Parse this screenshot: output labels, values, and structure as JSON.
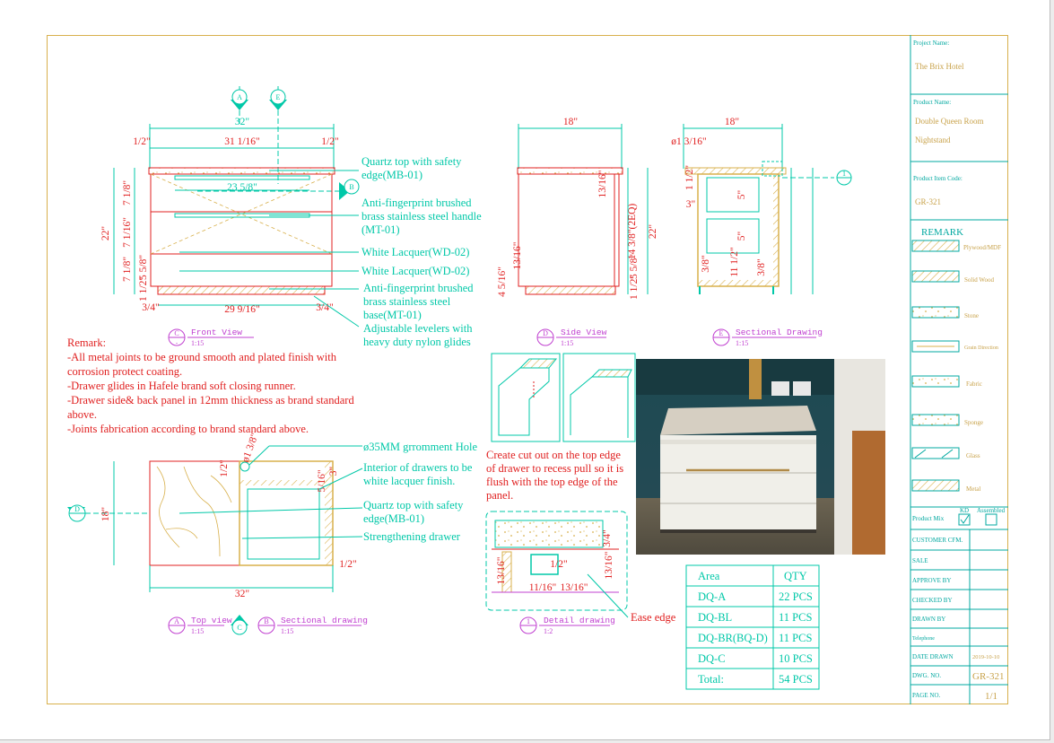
{
  "views": {
    "front": {
      "symbol": "C",
      "title": "Front View",
      "scale": "1:15"
    },
    "side": {
      "symbol": "D",
      "title": "Side View",
      "scale": "1:15"
    },
    "sectional_e": {
      "symbol": "E",
      "title": "Sectional Drawing",
      "scale": "1:15"
    },
    "top": {
      "symbol": "A",
      "title": "Top view",
      "scale": "1:15"
    },
    "sectional_b": {
      "symbol": "B",
      "title": "Sectional drawing",
      "scale": "1:15"
    },
    "detail": {
      "symbol": "1",
      "title": "Detail drawing",
      "scale": "1:2"
    },
    "marker_c": "C"
  },
  "section_markers": {
    "a": "A",
    "e": "E",
    "b": "B",
    "d": "D",
    "one": "1"
  },
  "dimensions": {
    "front_width": "32\"",
    "front_inner": "31 1/16\"",
    "front_side_l": "1/2\"",
    "front_side_r": "1/2\"",
    "front_drawer": "23 5/8\"",
    "front_base": "29 9/16\"",
    "front_leg_l": "3/4\"",
    "front_leg_r": "3/4\"",
    "front_height": "22\"",
    "front_h1": "7 1/8\"",
    "front_h2": "7 1/16\"",
    "front_h3": "7 1/8\"",
    "front_h4": "1 1/2\"",
    "front_h5": "5 5/8\"",
    "side_width": "18\"",
    "side_h1": "13/16\"",
    "side_h2": "14 3/8\"(2EQ)",
    "side_height": "22\"",
    "side_h3": "13/16\"",
    "side_h4": "4 5/16\"",
    "side_h5": "1 1/2\"",
    "side_h6": "5 5/8\"",
    "sec_width": "18\"",
    "sec_grommet": "ø1 3/16\"",
    "sec_top": "1 1/2\"",
    "sec_3": "3\"",
    "sec_5a": "5\"",
    "sec_5b": "5\"",
    "sec_11": "11 1/2\"",
    "sec_38a": "3/8\"",
    "sec_38b": "3/8\"",
    "top_width": "32\"",
    "top_depth": "18\"",
    "top_grommet": "ø1 3/8\"",
    "top_half": "1/2\"",
    "top_3": "3\"",
    "top_516": "5/16\"",
    "det_half": "1/2\"",
    "det_1316a": "13/16\"",
    "det_1316b": "13/16\"",
    "det_1116": "11/16\"",
    "det_1316c": "13/16\"",
    "det_34": "3/4\""
  },
  "annotations": {
    "quartz_top": [
      "Quartz top with safety",
      "edge(MB-01)"
    ],
    "handle": [
      "Anti-fingerprint brushed",
      "brass stainless steel  handle",
      "(MT-01)"
    ],
    "lacquer1": "White Lacquer(WD-02)",
    "lacquer2": "White Lacquer(WD-02)",
    "base": [
      "Anti-fingerprint brushed",
      "brass stainless steel",
      "base(MT-01)"
    ],
    "levelers": [
      "Adjustable levelers with",
      "heavy duty nylon glides"
    ],
    "grommet": "ø35MM grromment Hole",
    "interior": [
      "Interior of drawers to be",
      "white lacquer finish."
    ],
    "quartz_top2": [
      "Quartz top with safety",
      "edge(MB-01)"
    ],
    "strengthening": "Strengthening drawer",
    "cutout": [
      "Create cut out on the top edge",
      "of drawer to recess pull so it is",
      "flush with the top edge of the",
      "panel."
    ],
    "ease_edge": "Ease edge"
  },
  "remark": {
    "title": "Remark:",
    "lines": [
      "-All metal joints to be ground smooth and plated finish with",
      "corrosion protect coating.",
      "-Drawer glides in Hafele brand soft closing runner.",
      "-Drawer side& back panel in 12mm thickness as brand standard",
      "above.",
      "-Joints fabrication according to brand standard above."
    ]
  },
  "qty_table": {
    "headers": [
      "Area",
      "QTY"
    ],
    "rows": [
      [
        "DQ-A",
        "22 PCS"
      ],
      [
        "DQ-BL",
        "11 PCS"
      ],
      [
        "DQ-BR(BQ-D)",
        "11 PCS"
      ],
      [
        "DQ-C",
        "10 PCS"
      ],
      [
        "Total:",
        "54 PCS"
      ]
    ]
  },
  "title_block": {
    "project_label": "Project Name:",
    "project_value": "The Brix Hotel",
    "product_label": "Product Name:",
    "product_value": [
      "Double Queen Room",
      "Nightstand"
    ],
    "code_label": "Product Item Code:",
    "code_value": "GR-321",
    "remark_title": "REMARK",
    "legend": [
      "Plywood/MDF",
      "Solid Wood",
      "Stone",
      "Grain Direction",
      "Fabric",
      "Sponge",
      "Glass",
      "Metal"
    ],
    "product_mix": "Product Mix",
    "kd": "KD",
    "assembled": "Assembled",
    "rows": [
      "CUSTOMER CFM.",
      "SALE",
      "APPROVE BY",
      "CHECKED BY",
      "DRAWN BY",
      "Telephone",
      "DATE DRAWN",
      "DWG. NO.",
      "PAGE NO."
    ],
    "date_drawn": "2019-10-10",
    "dwg_no": "GR-321",
    "page_no": "1/1"
  },
  "colors": {
    "cyan": "#00c8a8",
    "red": "#e02020",
    "magenta": "#c040d0",
    "gold": "#c8a24a",
    "frame": "#d8b04c"
  }
}
